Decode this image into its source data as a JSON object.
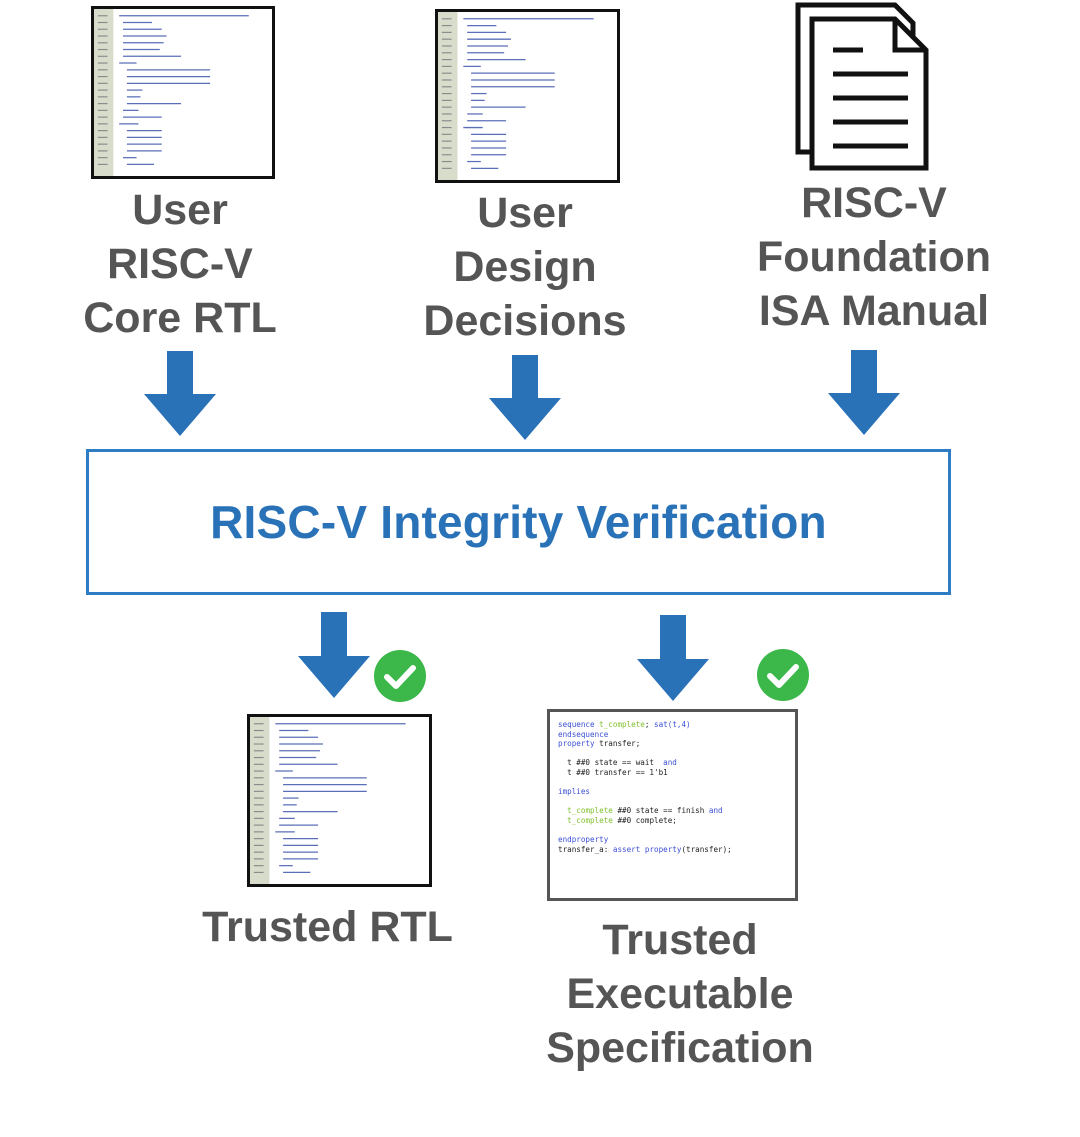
{
  "inputs": {
    "user_core_rtl": {
      "label": "User\nRISC-V\nCore RTL",
      "icon": "code-file-icon"
    },
    "user_design_decisions": {
      "label": "User\nDesign\nDecisions",
      "icon": "code-file-icon"
    },
    "isa_manual": {
      "label": "RISC-V\nFoundation\nISA Manual",
      "icon": "document-icon"
    }
  },
  "process": {
    "title": "RISC-V Integrity Verification"
  },
  "outputs": {
    "trusted_rtl": {
      "label": "Trusted RTL",
      "icon": "code-file-icon",
      "status_icon": "check-circle-icon"
    },
    "trusted_spec": {
      "label": "Trusted\nExecutable\nSpecification",
      "icon": "code-file-icon",
      "status_icon": "check-circle-icon"
    }
  },
  "spec_code": {
    "l1a": "sequence ",
    "l1b": "t_complete",
    "l1c": "; ",
    "l1d": "sat(t,4)",
    "l2": "endsequence",
    "l3a": "property ",
    "l3b": "transfer;",
    "l4a": "  t ##0 state == wait  ",
    "l4b": "and",
    "l5": "  t ##0 transfer == 1'b1",
    "l6": "implies",
    "l7a": "  ",
    "l7b": "t_complete",
    "l7c": " ##0 state == finish ",
    "l7d": "and",
    "l8a": "  ",
    "l8b": "t_complete",
    "l8c": " ##0 complete;",
    "l9": "endproperty",
    "l10a": "transfer_a: ",
    "l10b": "assert property",
    "l10c": "(transfer);"
  },
  "colors": {
    "arrow": "#2a72b8",
    "box_border": "#2e7dc4",
    "title": "#2a72b8",
    "label": "#555555",
    "check": "#3cb84a"
  }
}
